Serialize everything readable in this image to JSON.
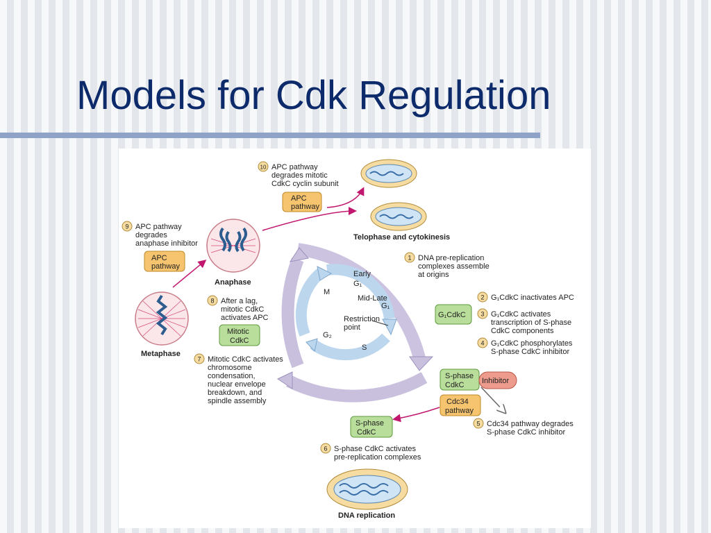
{
  "title": "Models for Cdk Regulation",
  "colors": {
    "title": "#0d2a6b",
    "rule": "#8fa3c8",
    "orange_box": "#f6c46e",
    "green_box": "#b9dd9a",
    "red_box": "#ec9b8d",
    "blue_arrow": "#bcd6ee",
    "purple_arrow": "#c9c0de",
    "magenta_arrow": "#c0186f",
    "cell_fill": "#cfe5f5",
    "cell_ring": "#f6dca0"
  },
  "labels": {
    "telophase": "Telophase and cytokinesis",
    "anaphase": "Anaphase",
    "metaphase": "Metaphase",
    "dna_replication": "DNA replication"
  },
  "boxes": {
    "apc_pathway": [
      "APC",
      "pathway"
    ],
    "mitotic_cdkc": [
      "Mitotic",
      "CdkC"
    ],
    "g1cdkc": "G₁CdkC",
    "sphase_right": [
      "S-phase",
      "CdkC"
    ],
    "inhibitor": "Inhibitor",
    "cdc34": [
      "Cdc34",
      "pathway"
    ],
    "sphase_bottom": [
      "S-phase",
      "CdkC"
    ]
  },
  "cycle": {
    "early": "Early",
    "g1": "G₁",
    "m": "M",
    "mid_late": "Mid-Late",
    "restriction": "Restriction",
    "point": "point",
    "g2": "G₂",
    "s": "S"
  },
  "steps": [
    {
      "n": "1",
      "lines": [
        "DNA pre-replication",
        "complexes assemble",
        "at origins"
      ]
    },
    {
      "n": "2",
      "lines": [
        "G₁CdkC inactivates APC"
      ]
    },
    {
      "n": "3",
      "lines": [
        "G₁CdkC activates",
        "transcription of S-phase",
        "CdkC components"
      ]
    },
    {
      "n": "4",
      "lines": [
        "G₁CdkC phosphorylates",
        "S-phase CdkC inhibitor"
      ]
    },
    {
      "n": "5",
      "lines": [
        "Cdc34 pathway degrades",
        "S-phase CdkC inhibitor"
      ]
    },
    {
      "n": "6",
      "lines": [
        "S-phase CdkC activates",
        "pre-replication complexes"
      ]
    },
    {
      "n": "7",
      "lines": [
        "Mitotic CdkC activates",
        "chromosome",
        "condensation,",
        "nuclear envelope",
        "breakdown, and",
        "spindle assembly"
      ]
    },
    {
      "n": "8",
      "lines": [
        "After a lag,",
        "mitotic CdkC",
        "activates APC"
      ]
    },
    {
      "n": "9",
      "lines": [
        "APC pathway",
        "degrades",
        "anaphase inhibitor"
      ]
    },
    {
      "n": "10",
      "lines": [
        "APC pathway",
        "degrades mitotic",
        "CdkC cyclin subunit"
      ]
    }
  ]
}
